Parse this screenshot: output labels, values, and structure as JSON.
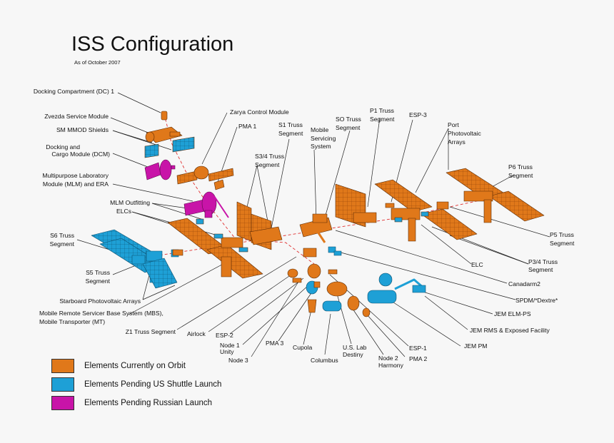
{
  "header": {
    "title": "ISS Configuration",
    "subtitle": "As of October 2007"
  },
  "colors": {
    "orbit": "#e0781a",
    "us_shuttle": "#1ea0d6",
    "russian": "#c814a8",
    "leader": "#222222",
    "dashed": "#e03030",
    "edge": "#5a2a05"
  },
  "legend": [
    {
      "label": "Elements Currently on Orbit",
      "color": "#e0781a"
    },
    {
      "label": "Elements Pending US Shuttle Launch",
      "color": "#1ea0d6"
    },
    {
      "label": "Elements Pending Russian Launch",
      "color": "#c814a8"
    }
  ],
  "labels": {
    "docking_compartment": "Docking Compartment (DC) 1",
    "zvezda": "Zvezda Service Module",
    "sm_mmod": "SM MMOD Shields",
    "dcm_1": "Docking and",
    "dcm_2": "Cargo Module (DCM)",
    "mlm_1": "Multipurpose Laboratory",
    "mlm_2": "Module (MLM) and ERA",
    "mlm_outfitting": "MLM Outfitting",
    "elcs": "ELCs",
    "s6_1": "S6 Truss",
    "s6_2": "Segment",
    "s5_1": "S5 Truss",
    "s5_2": "Segment",
    "starboard_pv": "Starboard Photovoltaic Arrays",
    "mbs_1": "Mobile Remote Servicer Base System (MBS),",
    "mbs_2": "Mobile Transporter (MT)",
    "z1": "Z1 Truss Segment",
    "airlock": "Airlock",
    "esp2": "ESP-2",
    "node1_1": "Node 1",
    "node1_2": "Unity",
    "node3": "Node 3",
    "pma3": "PMA 3",
    "cupola": "Cupola",
    "columbus": "Columbus",
    "uslab_1": "U.S. Lab",
    "uslab_2": "Destiny",
    "node2_1": "Node 2",
    "node2_2": "Harmony",
    "pma2": "PMA 2",
    "esp1": "ESP-1",
    "jem_pm": "JEM PM",
    "jem_rms": "JEM RMS & Exposed Facility",
    "jem_elm": "JEM ELM-PS",
    "spdm": "SPDM/*Dextre*",
    "canadarm2": "Canadarm2",
    "p34_1": "P3/4 Truss",
    "p34_2": "Segment",
    "elc": "ELC",
    "p5_1": "P5 Truss",
    "p5_2": "Segment",
    "p6_1": "P6 Truss",
    "p6_2": "Segment",
    "port_pv_1": "Port",
    "port_pv_2": "Photovoltaic",
    "port_pv_3": "Arrays",
    "esp3": "ESP-3",
    "p1_1": "P1 Truss",
    "p1_2": "Segment",
    "so_1": "SO Truss",
    "so_2": "Segment",
    "mss_1": "Mobile",
    "mss_2": "Servicing",
    "mss_3": "System",
    "s1_1": "S1 Truss",
    "s1_2": "Segment",
    "s34_1": "S3/4 Truss",
    "s34_2": "Segment",
    "pma1": "PMA 1",
    "zarya": "Zarya Control Module"
  }
}
